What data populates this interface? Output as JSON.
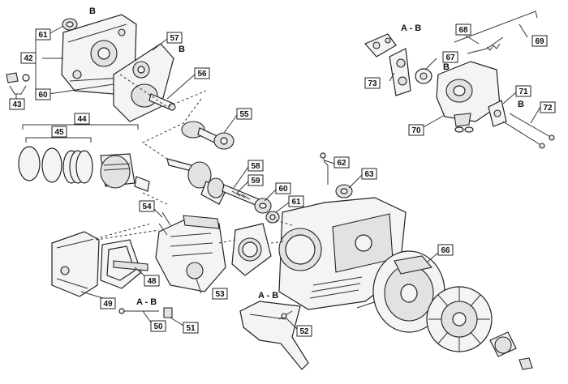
{
  "callouts": {
    "c42": "42",
    "c43": "43",
    "c44": "44",
    "c45": "45",
    "c48": "48",
    "c49": "49",
    "c50": "50",
    "c51": "51",
    "c52": "52",
    "c53": "53",
    "c54": "54",
    "c55": "55",
    "c56": "56",
    "c57": "57",
    "c58": "58",
    "c59": "59",
    "c60a": "60",
    "c60b": "60",
    "c61a": "61",
    "c61b": "61",
    "c62": "62",
    "c63": "63",
    "c66": "66",
    "c67": "67",
    "c68": "68",
    "c69": "69",
    "c70": "70",
    "c71": "71",
    "c72": "72",
    "c73": "73"
  },
  "letters": {
    "b_top": "B",
    "b_57": "B",
    "b_67": "B",
    "b_71": "B",
    "ab_top": "A - B",
    "ab_49": "A - B",
    "ab_52": "A - B"
  }
}
